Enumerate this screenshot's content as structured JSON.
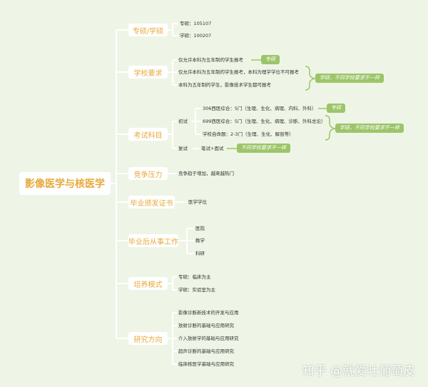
{
  "root": "影像医学与核医学",
  "branches": {
    "degree_type": {
      "title": "专硕/学硕",
      "items": [
        "专硕：105107",
        "学硕：100207"
      ]
    },
    "school_requirements": {
      "title": "学校要求",
      "items": [
        "仅允许本科为五年制的学生报考",
        "仅允许本科为五年制的学生报考，本科为理学学位不可报考",
        "本科为五年制的学生，影像技术学生都可报考"
      ],
      "tag_first": "专硕",
      "tag_note": "学硕，不同学校要求不一样"
    },
    "exam_subjects": {
      "title": "考试科目",
      "prelim": "初试",
      "prelim_items": [
        "306西医综合：5门（生理、生化、病理、内科、外科）",
        "699西医综合：5门（生理、生化、病理、诊断、外科总论）",
        "学校自命题：2-3门（生理、生化、解剖等）"
      ],
      "tag_first": "专硕",
      "tag_note": "学硕，不同学校要求不一样",
      "retest": "复试",
      "retest_item": "笔试+面试",
      "retest_note": "不同学校要求不一样"
    },
    "competition": {
      "title": "竞争压力",
      "items": [
        "竞争趋于增加，越来越热门"
      ]
    },
    "certificate": {
      "title": "毕业颁发证书",
      "items": [
        "医学学位"
      ]
    },
    "career": {
      "title": "毕业后从事工作",
      "items": [
        "医院",
        "教学",
        "科研"
      ]
    },
    "training": {
      "title": "培养模式",
      "items": [
        "专硕：临床为主",
        "学硕：实验室为主"
      ]
    },
    "research": {
      "title": "研究方向",
      "items": [
        "影像诊断新技术的开发与应用",
        "放射诊断的基础与应用研究",
        "介入放射学的基础与应用研究",
        "超声诊断的基础与应用研究",
        "临床核医学基础与应用研究"
      ]
    }
  },
  "watermark": "知乎 @就爱吐葡萄皮",
  "colors": {
    "background": "#eef5e6",
    "branch_text": "#e7a93b",
    "tag": "#9cc56a",
    "line": "#ffffff"
  }
}
